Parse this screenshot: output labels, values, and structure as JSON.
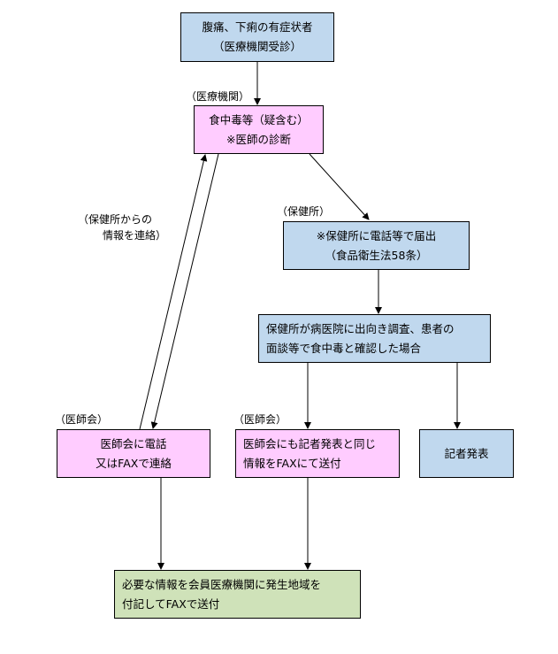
{
  "diagram": {
    "nodes": [
      {
        "id": "symptom",
        "lines": [
          "腹痛、下痢の有症状者",
          "（医療機関受診）"
        ],
        "color": "#c0d8ee"
      },
      {
        "id": "diagnosis",
        "lines": [
          "食中毒等（疑含む）",
          "※医師の診断"
        ],
        "color": "#ffccff"
      },
      {
        "id": "report",
        "lines": [
          "※保健所に電話等で届出",
          "（食品衛生法58条）"
        ],
        "color": "#c0d8ee"
      },
      {
        "id": "investigation",
        "lines": [
          "保健所が病医院に出向き調査、患者の",
          "面談等で食中毒と確認した場合"
        ],
        "color": "#c0d8ee"
      },
      {
        "id": "med-assoc-contact",
        "lines": [
          "医師会に電話",
          "又はFAXで連絡"
        ],
        "color": "#ffccff"
      },
      {
        "id": "med-assoc-fax",
        "lines": [
          "医師会にも記者発表と同じ",
          "情報をFAXにて送付"
        ],
        "color": "#ffccff"
      },
      {
        "id": "press",
        "lines": [
          "記者発表"
        ],
        "color": "#c0d8ee"
      },
      {
        "id": "member-fax",
        "lines": [
          "必要な情報を会員医療機関に発生地域を",
          "付記してFAXで送付"
        ],
        "color": "#cfe2b9"
      }
    ],
    "labels": {
      "medical_institution": "（医療機関）",
      "health_center": "（保健所）",
      "health_center_info": [
        "（保健所からの",
        "情報を連絡）"
      ],
      "med_assoc_1": "（医師会）",
      "med_assoc_2": "（医師会）"
    },
    "edges": [
      {
        "from": "symptom",
        "to": "diagnosis"
      },
      {
        "from": "diagnosis",
        "to": "report"
      },
      {
        "from": "report",
        "to": "investigation"
      },
      {
        "from": "investigation",
        "to": "med-assoc-fax"
      },
      {
        "from": "investigation",
        "to": "press"
      },
      {
        "from": "diagnosis",
        "to": "med-assoc-contact"
      },
      {
        "from": "med-assoc-contact",
        "to": "diagnosis"
      },
      {
        "from": "med-assoc-contact",
        "to": "member-fax"
      },
      {
        "from": "med-assoc-fax",
        "to": "member-fax"
      }
    ]
  }
}
